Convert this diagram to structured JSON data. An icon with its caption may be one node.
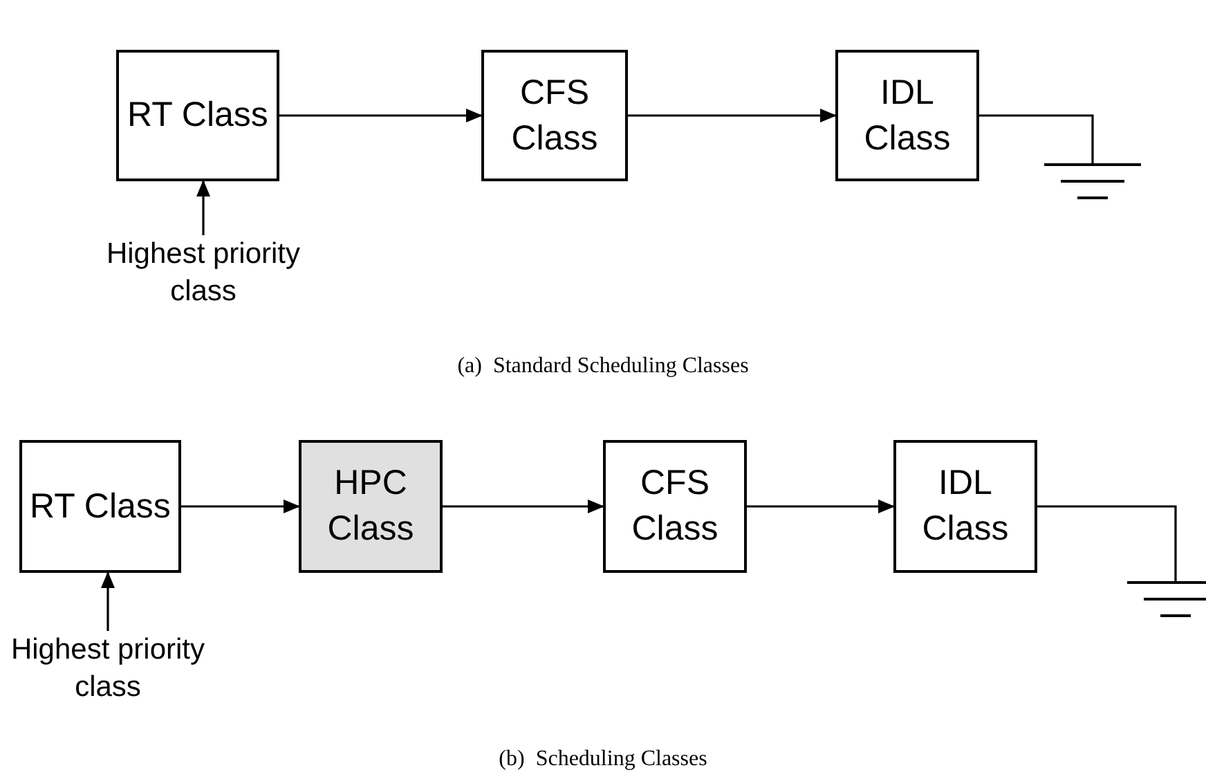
{
  "diagram": {
    "nodes": [
      {
        "text": [
          "RT Class"
        ]
      },
      {
        "text": [
          "CFS Class"
        ]
      },
      {
        "text": [
          "IDL Class"
        ]
      },
      {
        "text": [],
        "shape": "ground"
      },
      {
        "text": [
          "Highest priority class"
        ]
      },
      {
        "text": [
          "RT Class"
        ]
      },
      {
        "text": [
          "HPC Class"
        ]
      },
      {
        "text": [
          "CFS Class"
        ]
      },
      {
        "text": [
          "IDL Class"
        ]
      },
      {
        "text": [],
        "shape": "ground"
      },
      {
        "text": [
          "Highest priority class"
        ]
      }
    ],
    "edges": [
      {
        "from": 0,
        "to": 1,
        "arrow": "to"
      },
      {
        "from": 1,
        "to": 2,
        "arrow": "to"
      },
      {
        "from": 2,
        "to": 3,
        "arrow": "none"
      },
      {
        "from": 4,
        "to": 0,
        "arrow": "to"
      },
      {
        "from": 5,
        "to": 6,
        "arrow": "to"
      },
      {
        "from": 6,
        "to": 7,
        "arrow": "to"
      },
      {
        "from": 7,
        "to": 8,
        "arrow": "to"
      },
      {
        "from": 8,
        "to": 9,
        "arrow": "none"
      },
      {
        "from": 10,
        "to": 5,
        "arrow": "to"
      }
    ],
    "labels": [
      "(a)  Standard Scheduling Classes",
      "(b)  Scheduling Classes"
    ]
  }
}
